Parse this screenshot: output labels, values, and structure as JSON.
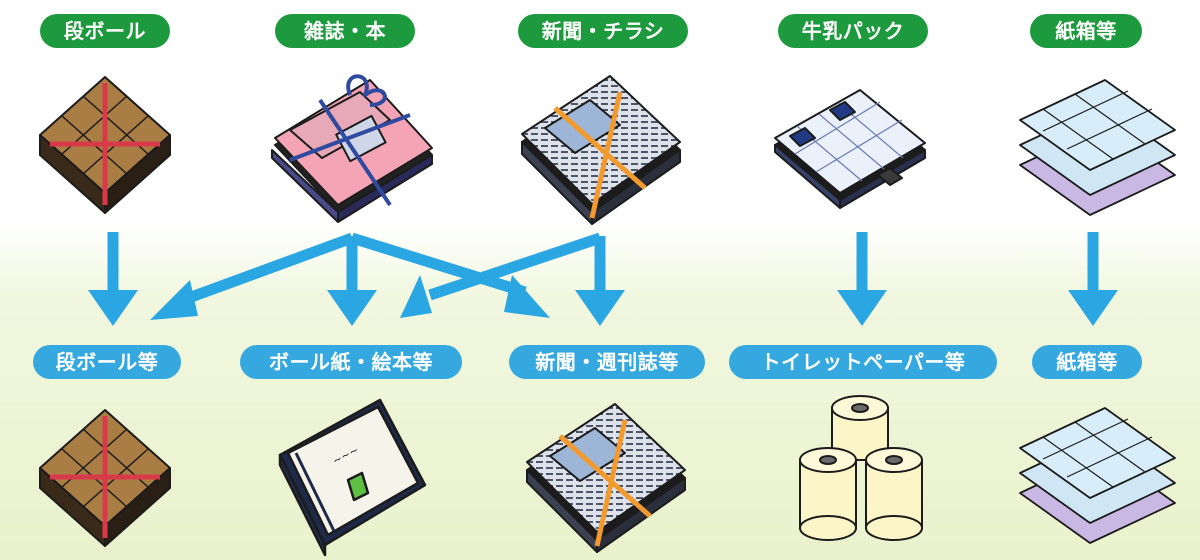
{
  "sources": [
    {
      "label": "段ボール",
      "icon": "cardboard-stack-icon"
    },
    {
      "label": "雑誌・本",
      "icon": "magazine-stack-icon"
    },
    {
      "label": "新聞・チラシ",
      "icon": "newspaper-stack-icon"
    },
    {
      "label": "牛乳パック",
      "icon": "milk-carton-stack-icon"
    },
    {
      "label": "紙箱等",
      "icon": "paper-box-stack-icon"
    }
  ],
  "products": [
    {
      "label": "段ボール等",
      "icon": "cardboard-stack-icon"
    },
    {
      "label": "ボール紙・絵本等",
      "icon": "picture-book-icon"
    },
    {
      "label": "新聞・週刊誌等",
      "icon": "newspaper-stack-icon"
    },
    {
      "label": "トイレットペーパー等",
      "icon": "toilet-paper-rolls-icon"
    },
    {
      "label": "紙箱等",
      "icon": "paper-box-stack-icon"
    }
  ],
  "flows": [
    {
      "from": "段ボール",
      "to": "段ボール等"
    },
    {
      "from": "雑誌・本",
      "to": "段ボール等"
    },
    {
      "from": "雑誌・本",
      "to": "ボール紙・絵本等"
    },
    {
      "from": "雑誌・本",
      "to": "新聞・週刊誌等"
    },
    {
      "from": "新聞・チラシ",
      "to": "ボール紙・絵本等"
    },
    {
      "from": "新聞・チラシ",
      "to": "新聞・週刊誌等"
    },
    {
      "from": "牛乳パック",
      "to": "トイレットペーパー等"
    },
    {
      "from": "紙箱等",
      "to": "紙箱等"
    }
  ],
  "colors": {
    "source_pill": "#1e9a3e",
    "product_pill": "#35a9df",
    "arrow": "#2aa7e2",
    "band": "#e9f2cc"
  }
}
